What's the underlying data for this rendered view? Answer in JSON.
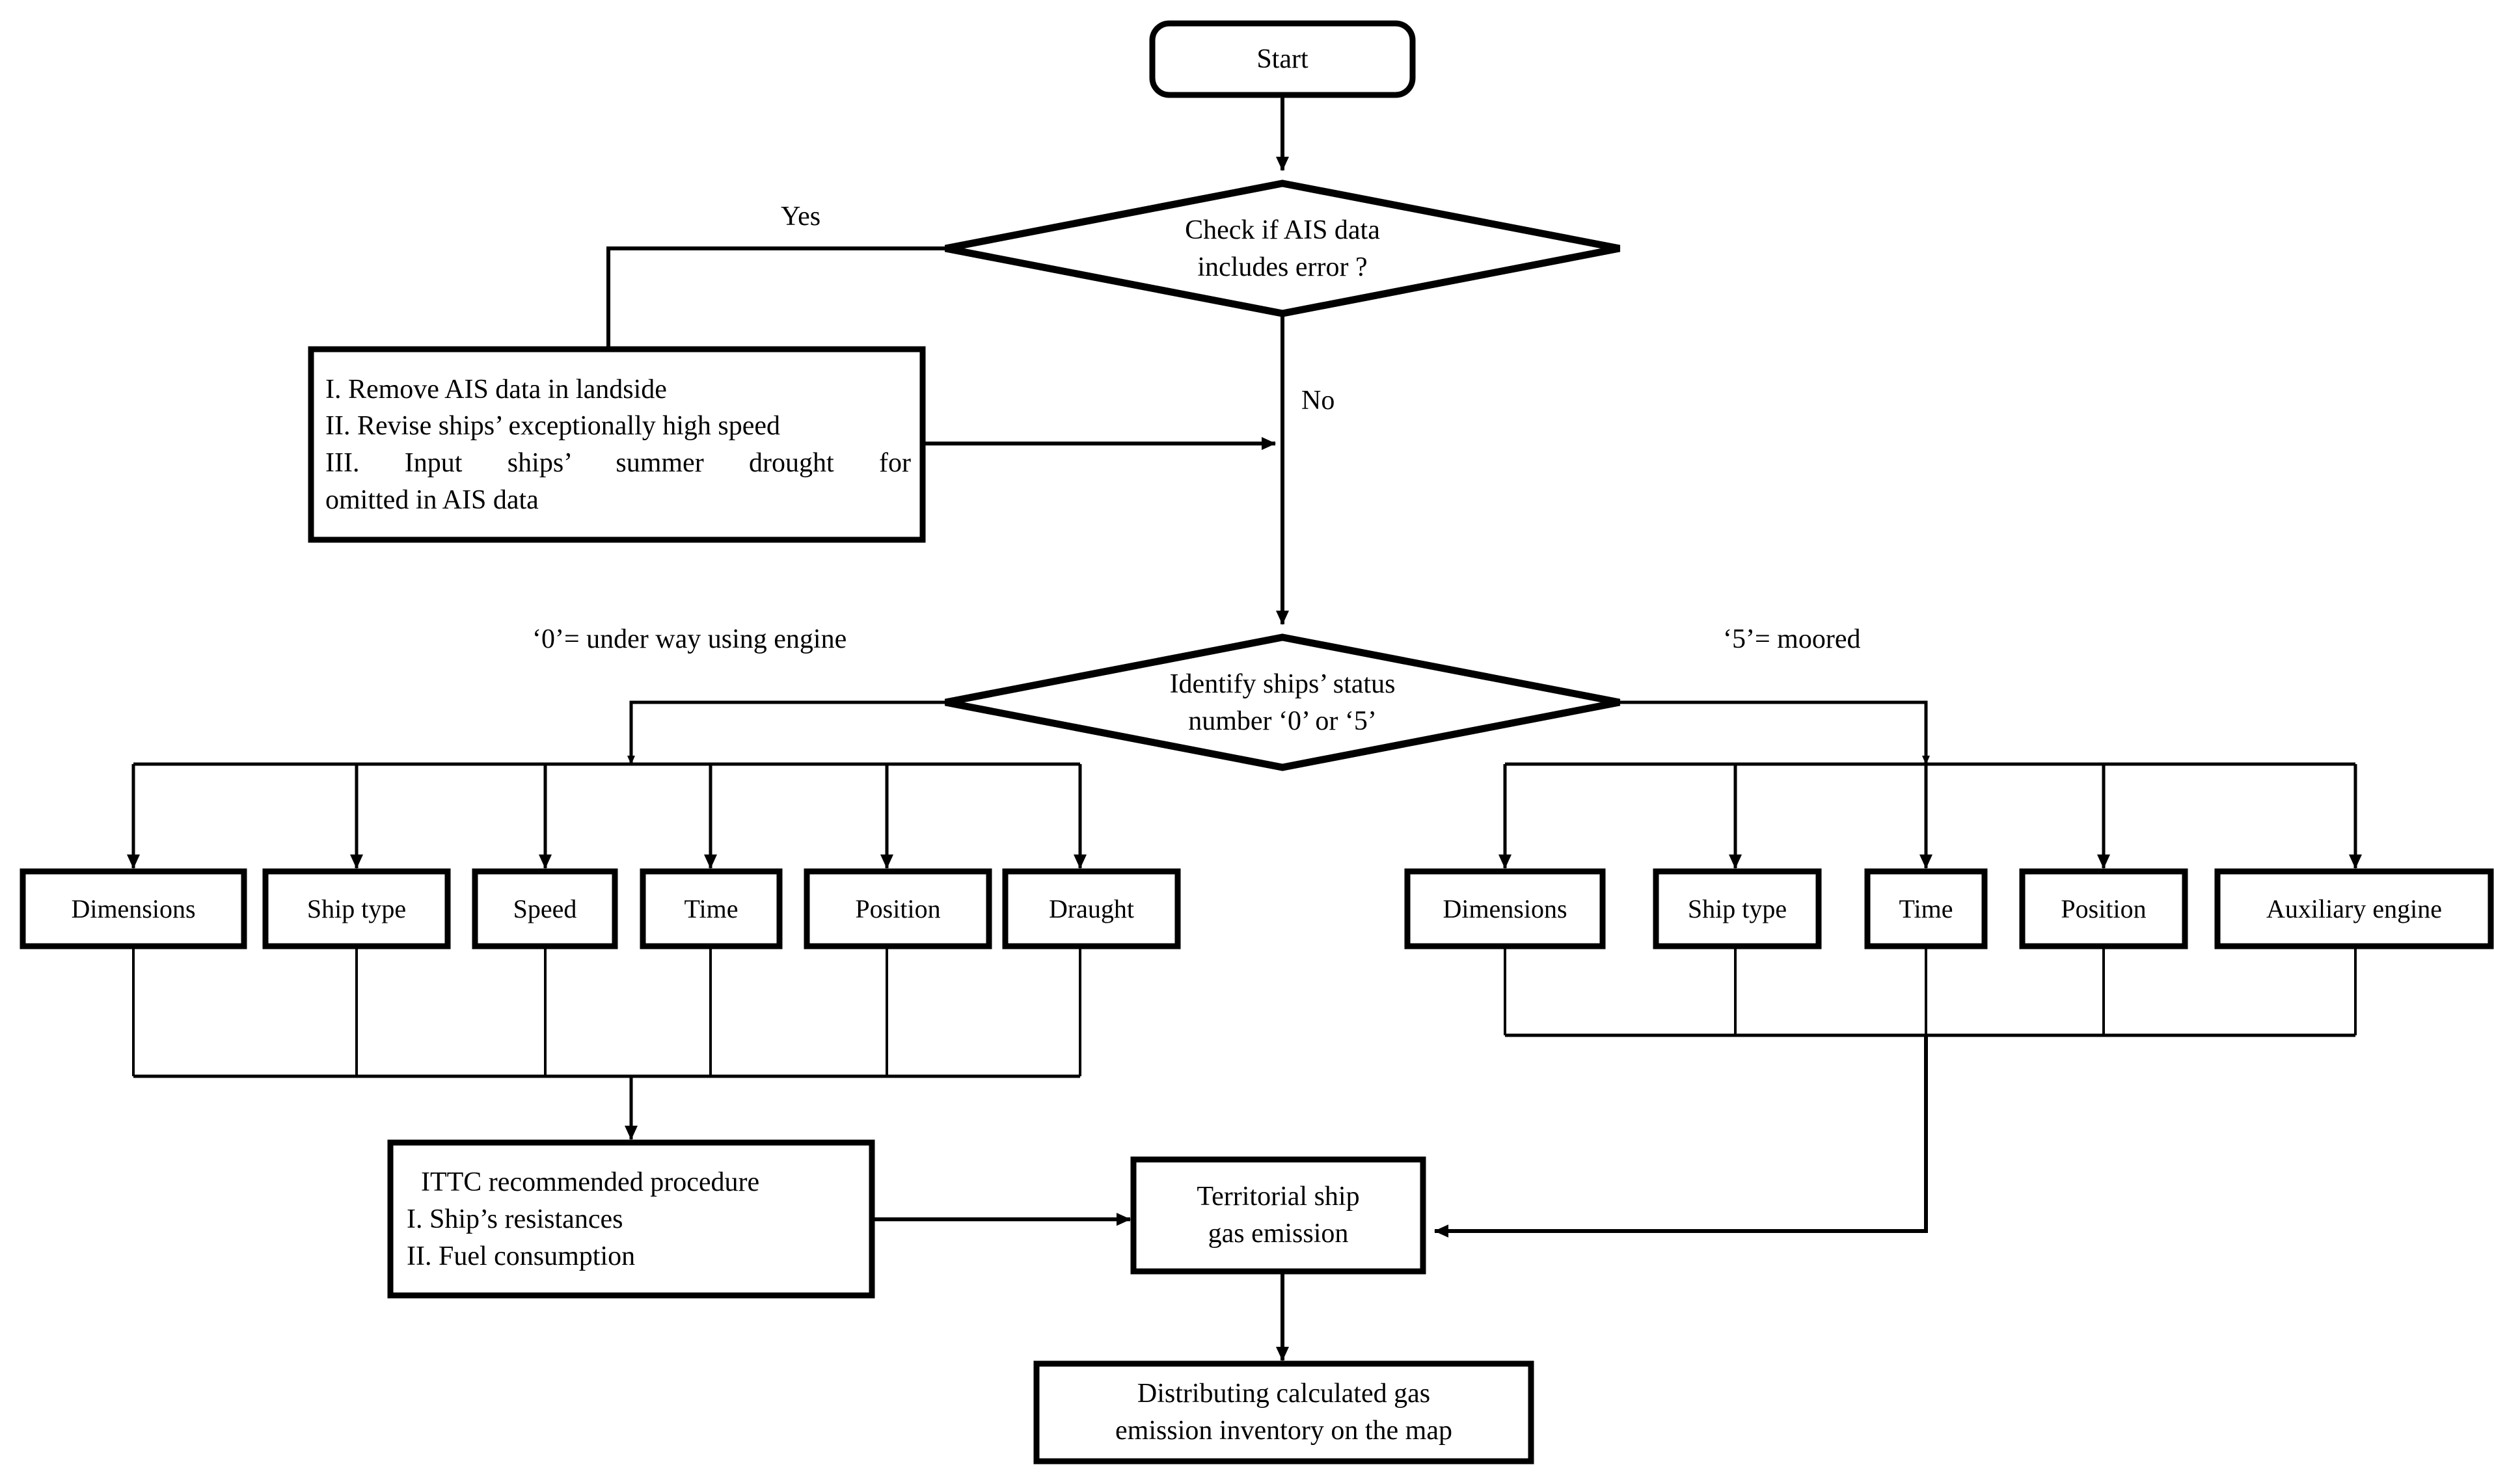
{
  "diagram": {
    "title_present": false,
    "type": "flowchart",
    "stroke_color": "#000000",
    "fill_color": "#ffffff",
    "background": "#ffffff"
  },
  "nodes": {
    "start": {
      "label": "Start",
      "shape": "rounded-rectangle"
    },
    "decision_error": {
      "line1": "Check if AIS data",
      "line2": "includes error ?",
      "shape": "diamond"
    },
    "fix_box": {
      "line1": "I. Remove AIS data in landside",
      "line2": "II. Revise ships’ exceptionally high speed",
      "line3": "III. Input ships’ summer drought for",
      "line4": "omitted in AIS data",
      "shape": "rectangle"
    },
    "decision_status": {
      "line1": "Identify ships’ status",
      "line2": "number ‘0’ or ‘5’",
      "shape": "diamond"
    },
    "ittc_box": {
      "line1": "ITTC recommended procedure",
      "line2": "I. Ship’s resistances",
      "line3": "II. Fuel consumption",
      "shape": "rectangle"
    },
    "territorial_box": {
      "line1": "Territorial ship",
      "line2": "gas emission",
      "shape": "rectangle"
    },
    "final_box": {
      "line1": "Distributing calculated gas",
      "line2": "emission inventory on the map",
      "shape": "rectangle"
    }
  },
  "edge_labels": {
    "yes": "Yes",
    "no": "No",
    "status_zero": "‘0’= under way using engine",
    "status_five": "‘5’= moored"
  },
  "underway_params": [
    {
      "label": "Dimensions"
    },
    {
      "label": "Ship type"
    },
    {
      "label": "Speed"
    },
    {
      "label": "Time"
    },
    {
      "label": "Position"
    },
    {
      "label": "Draught"
    }
  ],
  "moored_params": [
    {
      "label": "Dimensions"
    },
    {
      "label": "Ship type"
    },
    {
      "label": "Time"
    },
    {
      "label": "Position"
    },
    {
      "label": "Auxiliary engine"
    }
  ]
}
